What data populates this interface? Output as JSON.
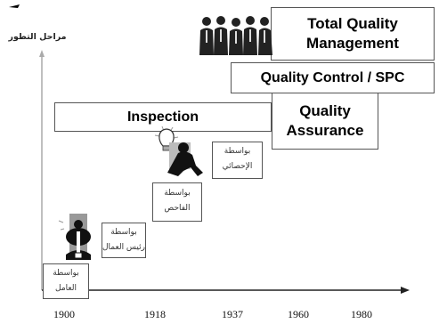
{
  "axis_title": "مراحل التطور",
  "years": [
    "1900",
    "1918",
    "1937",
    "1960",
    "1980"
  ],
  "stages": {
    "tqm_line1": "Total Quality",
    "tqm_line2": "Management",
    "qc_spc": "Quality Control / SPC",
    "inspection": "Inspection",
    "qa_line1": "Quality",
    "qa_line2": "Assurance"
  },
  "labels": {
    "worker_line1": "بواسطة",
    "worker_line2": "العامل",
    "foreman_line1": "بواسطة",
    "foreman_line2": "رئيس العمال",
    "inspector_line1": "بواسطة",
    "inspector_line2": "الفاحص",
    "statistician_line1": "بواسطة",
    "statistician_line2": "الإحصائي"
  }
}
